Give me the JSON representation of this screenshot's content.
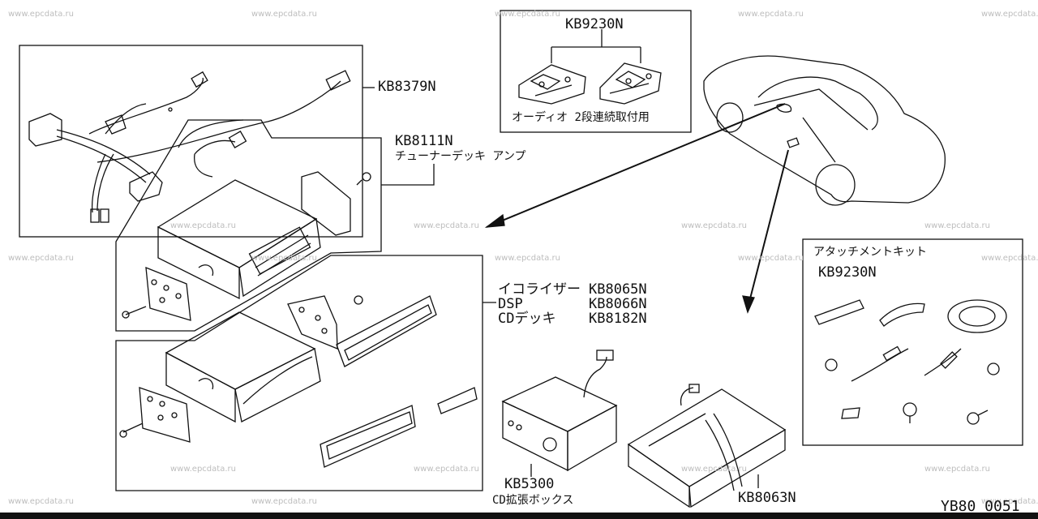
{
  "watermark": "www.epcdata.ru",
  "parts": {
    "kb9230n_top": "KB9230N",
    "audio_mount_note": "オーディオ 2段連続取付用",
    "kb8379n": "KB8379N",
    "kb8111n": "KB8111N",
    "tuner_deck_amp": "チューナーデッキ アンプ",
    "equalizer_name": "イコライザー",
    "equalizer_code": "KB8065N",
    "dsp_name": "DSP",
    "dsp_code": "KB8066N",
    "cd_deck_name": "CDデッキ",
    "cd_deck_code": "KB8182N",
    "attach_kit_name": "アタッチメントキット",
    "attach_kit_code": "KB9230N",
    "kb5300": "KB5300",
    "cd_box": "CD拡張ボックス",
    "kb8063n": "KB8063N"
  },
  "diagram_code": "YB80 0051",
  "colors": {
    "line": "#111111",
    "watermark": "#bdbdbd"
  }
}
